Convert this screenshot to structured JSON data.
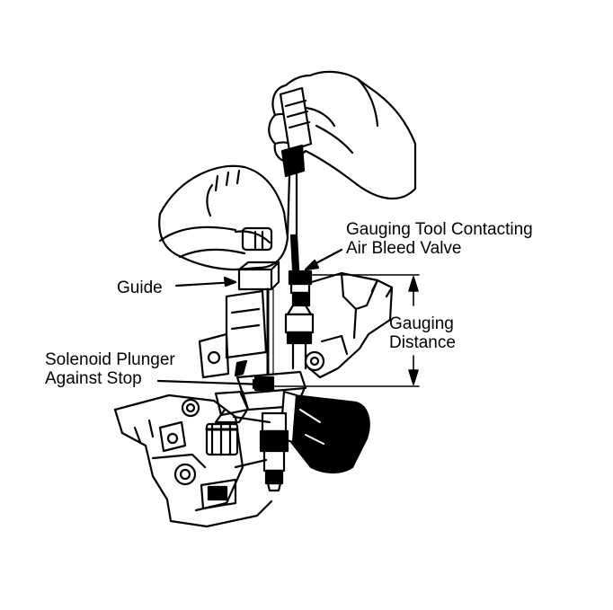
{
  "figure": {
    "labels": {
      "gauging_tool": {
        "line1": "Gauging Tool Contacting",
        "line2": "Air Bleed Valve"
      },
      "guide": "Guide",
      "gauging_distance": {
        "line1": "Gauging",
        "line2": "Distance"
      },
      "solenoid_plunger": {
        "line1": "Solenoid Plunger",
        "line2": "Against Stop"
      }
    },
    "colors": {
      "ink": "#000000",
      "paper": "#ffffff"
    }
  }
}
